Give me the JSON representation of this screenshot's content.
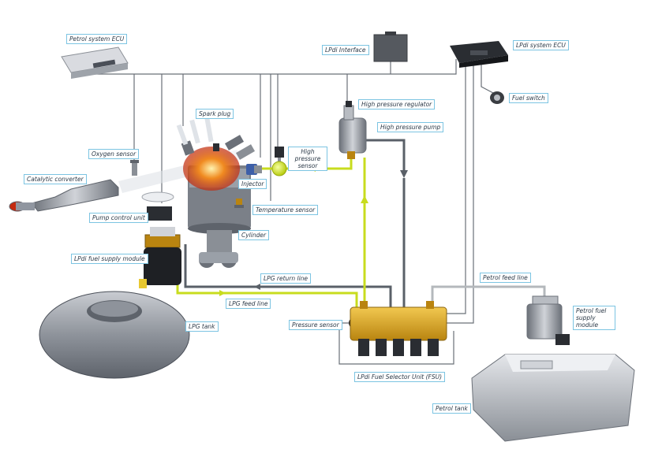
{
  "labels": {
    "petrol_system_ecu": "Petrol system ECU",
    "lpdi_interface": "LPdi Interface",
    "lpdi_system_ecu": "LPdi system ECU",
    "fuel_switch": "Fuel switch",
    "high_pressure_regulator": "High pressure regulator",
    "high_pressure_pump": "High pressure pump",
    "spark_plug": "Spark plug",
    "oxygen_sensor": "Oxygen sensor",
    "high_pressure_sensor": "High pressure sensor",
    "catalytic_converter": "Catalytic converter",
    "injector": "Injector",
    "pump_control_unit": "Pump control unit",
    "temperature_sensor": "Temperature sensor",
    "cylinder": "Cylinder",
    "lpdi_fuel_supply_module": "LPdi fuel supply module",
    "lpg_return_line": "LPG return line",
    "lpg_feed_line": "LPG feed line",
    "petrol_feed_line": "Petrol feed line",
    "petrol_fuel_supply_module": "Petrol fuel supply module",
    "lpg_tank": "LPG tank",
    "pressure_sensor": "Pressure sensor",
    "lpdi_fuel_selector_unit": "LPdi Fuel Selector Unit (FSU)",
    "petrol_tank": "Petrol tank"
  },
  "colors": {
    "lpg_feed": "#c8dc1e",
    "return_line": "#5a6068",
    "signal_wire": "#6a7078",
    "petrol_line": "#b4b8bc",
    "label_border": "#7cc4e2"
  }
}
